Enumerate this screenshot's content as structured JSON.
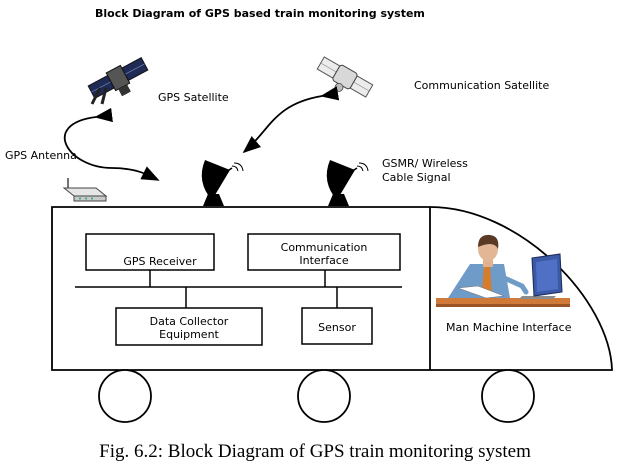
{
  "diagram": {
    "title": "Block Diagram of GPS based train monitoring system",
    "caption": "Fig. 6.2: Block Diagram of GPS train monitoring system",
    "labels": {
      "gps_satellite": "GPS Satellite",
      "communication_satellite": "Communication Satellite",
      "gps_antenna": "GPS Antenna",
      "gsmr_line1": "GSMR/ Wireless",
      "gsmr_line2": "Cable Signal",
      "man_machine_interface": "Man Machine Interface"
    },
    "blocks": {
      "gps_receiver": "GPS Receiver",
      "communication_interface_line1": "Communication",
      "communication_interface_line2": "Interface",
      "data_collector_line1": "Data Collector",
      "data_collector_line2": "Equipment",
      "sensor": "Sensor"
    },
    "icons": {
      "gps_satellite": "satellite-icon",
      "communication_satellite": "satellite-icon",
      "gps_antenna": "router-icon",
      "dish_left": "dish-antenna-icon",
      "dish_right": "dish-antenna-icon",
      "operator": "person-at-laptop-icon"
    }
  }
}
